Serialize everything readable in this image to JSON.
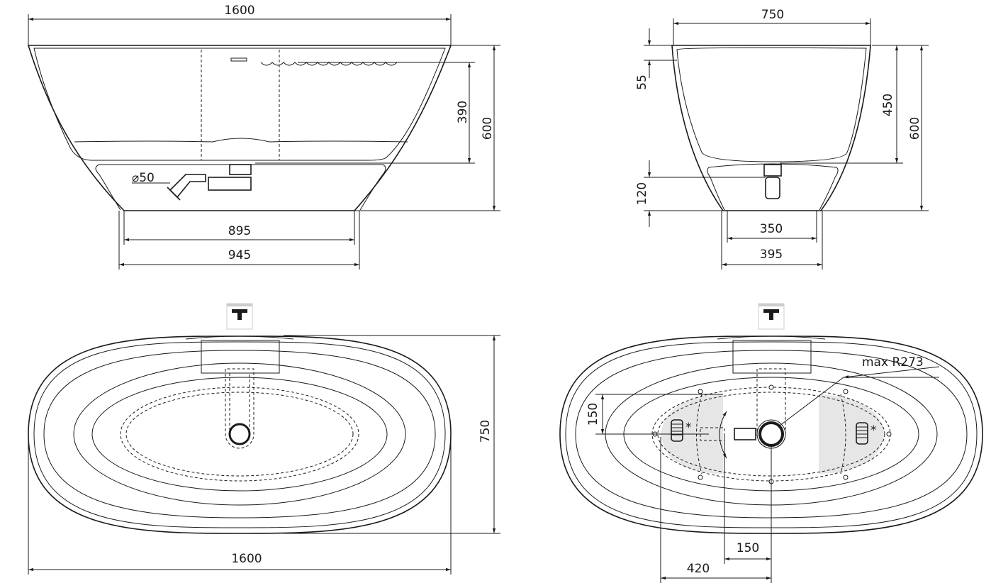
{
  "front_view": {
    "width_top": "1600",
    "base_inner": "895",
    "base_outer": "945",
    "water_depth": "390",
    "height": "600",
    "drain_diameter": "⌀50"
  },
  "side_view": {
    "width_top": "750",
    "rim": "55",
    "inner_depth": "450",
    "height": "600",
    "base_height": "120",
    "base_inner": "350",
    "base_outer": "395"
  },
  "top_view_left": {
    "length": "1600",
    "width": "750"
  },
  "top_view_right": {
    "radius_label": "max R273",
    "offset_y": "150",
    "offset_x": "150",
    "offset_feet": "420",
    "note_mark_left": "*",
    "note_mark_right": "*"
  }
}
